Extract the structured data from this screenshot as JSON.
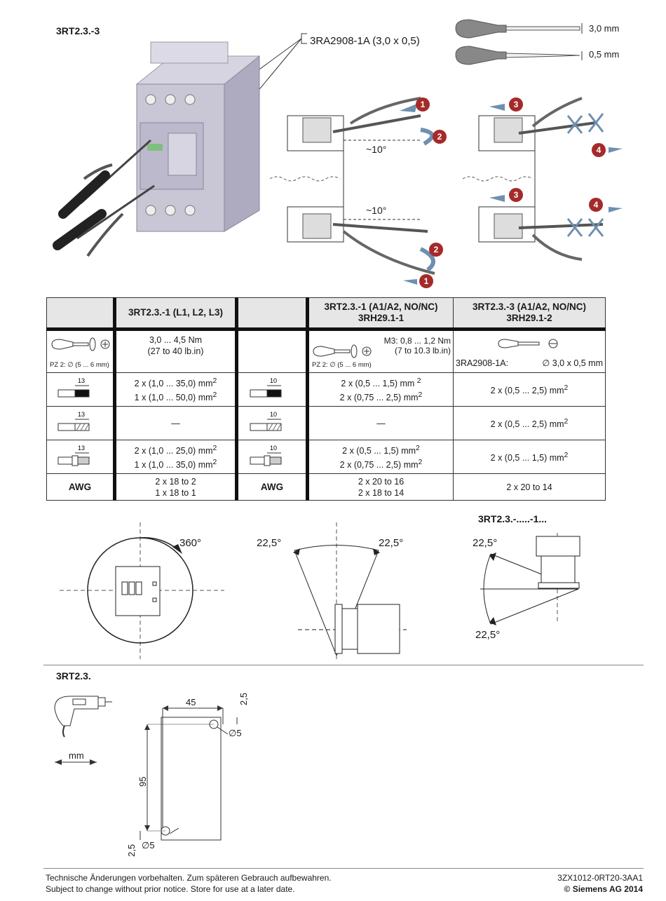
{
  "header": {
    "model_top": "3RT2.3.-3",
    "tool_ref": "3RA2908-1A (3,0 x 0,5)"
  },
  "screwdriver_dims": {
    "blade_width": "3,0 mm",
    "blade_thickness": "0,5 mm"
  },
  "angles": {
    "tilt_top": "~10°",
    "tilt_bottom": "~10°"
  },
  "steps": {
    "s1": "1",
    "s2": "2",
    "s3": "3",
    "s4": "4"
  },
  "table": {
    "headers": [
      "",
      "3RT2.3.-1 (L1, L2, L3)",
      "",
      "3RT2.3.-1 (A1/A2, NO/NC)",
      "3RH29.1-1",
      "3RT2.3.-3 (A1/A2, NO/NC)",
      "3RH29.1-2"
    ],
    "torque": {
      "pz_main": "PZ 2: ∅ (5 ... 6 mm)",
      "main_line1": "3,0 ... 4,5 Nm",
      "main_line2": "(27 to 40 lb.in)",
      "pz_aux": "PZ 2: ∅ (5 ... 6 mm)",
      "aux_line1": "M3: 0,8 ... 1,2 Nm",
      "aux_line2": "(7 to 10.3 lb.in)",
      "spring_tool": "3RA2908-1A:",
      "spring_dim": "∅ 3,0 x 0,5 mm"
    },
    "strip_main": "13",
    "strip_aux": "10",
    "row_solid": {
      "main_1": "2 x (1,0 ... 35,0) mm",
      "main_2": "1 x (1,0 ... 50,0) mm",
      "aux_1": "2 x (0,5 ... 1,5) mm",
      "aux_2": "2 x (0,75 ... 2,5) mm",
      "spring": "2 x (0,5 ... 2,5) mm"
    },
    "row_finestrand": {
      "main": "—",
      "aux": "—",
      "spring": "2 x (0,5 ... 2,5) mm"
    },
    "row_ferrule": {
      "main_1": "2 x (1,0 ... 25,0) mm",
      "main_2": "1 x (1,0 ... 35,0) mm",
      "aux_1": "2 x (0,5 ... 1,5) mm",
      "aux_2": "2 x (0,75 ... 2,5) mm",
      "spring": "2 x (0,5 ... 1,5) mm"
    },
    "sup": "2",
    "row_awg": {
      "label": "AWG",
      "main_1": "2 x 18 to 2",
      "main_2": "1 x 18 to 1",
      "aux_1": "2 x 20 to 16",
      "aux_2": "2 x 18 to 14",
      "spring": "2 x 20 to 14"
    }
  },
  "mounting": {
    "rotation": "360°",
    "tilt_left": "22,5°",
    "tilt_right": "22,5°",
    "model_right": "3RT2.3.-.....-1...",
    "tilt_up": "22,5°",
    "tilt_down": "22,5°"
  },
  "drilling": {
    "model": "3RT2.3.",
    "unit": "mm",
    "width": "45",
    "top_offset": "2,5",
    "hole_top": "∅5",
    "height": "95",
    "bottom_offset": "2,5",
    "hole_bottom": "∅5"
  },
  "footer": {
    "de": "Technische Änderungen vorbehalten. Zum späteren Gebrauch aufbewahren.",
    "en": "Subject to change without prior notice. Store for use at a later date.",
    "doc_no": "3ZX1012-0RT20-3AA1",
    "copyright": "© Siemens AG 2014"
  },
  "colors": {
    "step_badge": "#a52a2a",
    "arrow": "#6e8fb0",
    "device": "#c9c6d6",
    "line": "#333333"
  }
}
